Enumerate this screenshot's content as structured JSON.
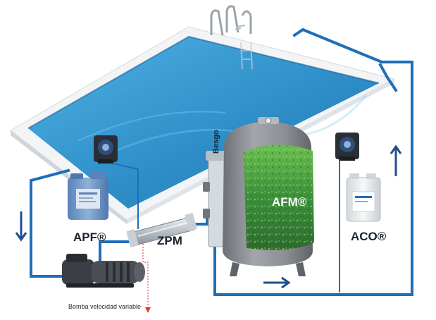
{
  "labels": {
    "apf": "APF®",
    "zpm": "ZPM",
    "afm": "AFM®",
    "aco": "ACO®",
    "besgo": "Besgo",
    "pump": "Bomba velocidad variable"
  },
  "colors": {
    "pipe": "#1d6fb8",
    "arrow": "#1d4f8c",
    "water": "#2f8fc9",
    "drain": "#e03a2a",
    "filter_body": "#8d9196",
    "media": "#3a8a3c",
    "dosing_pump": "#2f4f7a",
    "apf_liquid": "#6f96c7",
    "aco_liquid": "#e9ecef"
  },
  "icons": {
    "pool": "swimming-pool",
    "ladder": "pool-ladder",
    "dosing_pump": "peristaltic-dosing-pump",
    "container": "chemical-container",
    "filter": "sand-filter-tank",
    "valve": "multiport-valve",
    "uv": "uv-reactor",
    "pump": "circulation-pump",
    "flow_arrow": "flow-direction-arrow"
  }
}
